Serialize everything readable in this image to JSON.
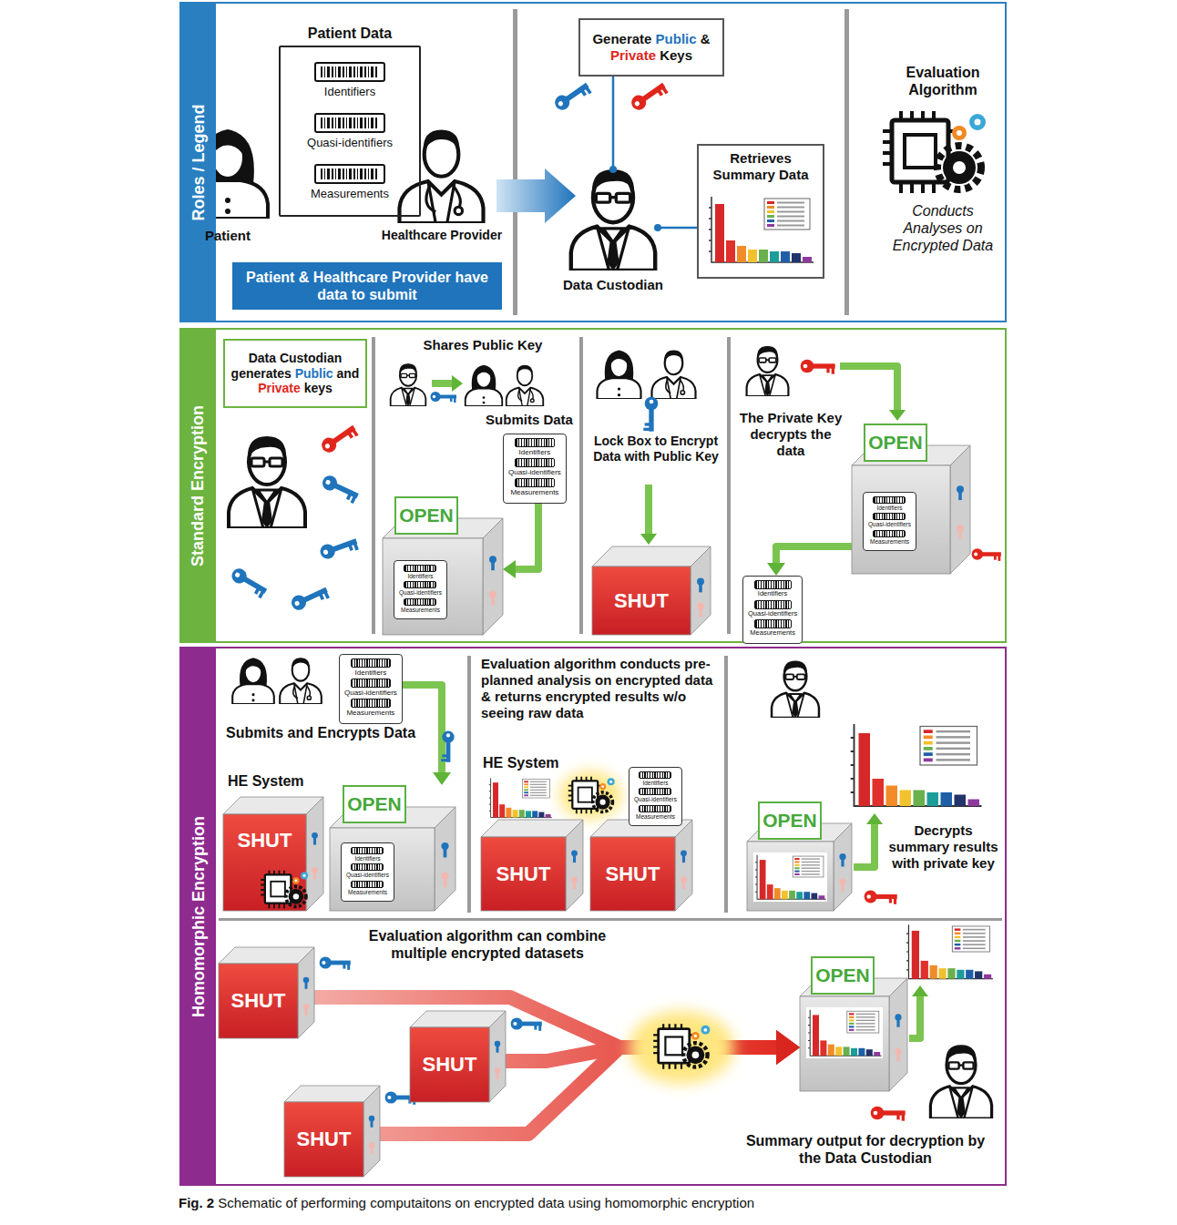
{
  "diagram": {
    "caption": "Fig. 2 Schematic of performing computaitons on encrypted data using homomorphic encryption",
    "nodes": [
      {
        "text": [
          "Roles / Legend"
        ]
      },
      {
        "text": [
          "Patient Data",
          "Identifiers",
          "Quasi-identifiers",
          "Measurements"
        ],
        "in": 0
      },
      {
        "text": [
          "Patient & Healthcare Provider have data to submit"
        ],
        "in": 0
      },
      {
        "text": [
          "Generate Public & Private Keys"
        ],
        "in": 0
      },
      {
        "text": [
          "Retrieves Summary Data"
        ],
        "in": 0
      },
      {
        "text": [
          "Standard Encryption"
        ]
      },
      {
        "text": [
          "Data Custodian generates Public and Private keys"
        ],
        "in": 5
      },
      {
        "text": [
          "Identifiers",
          "Quasi-identifiers",
          "Measurements"
        ],
        "in": 5
      },
      {
        "text": [
          "OPEN"
        ],
        "in": 5
      },
      {
        "text": [
          "Identifiers",
          "Quasi-identifiers",
          "Measurements"
        ],
        "in": 8
      },
      {
        "text": [
          "SHUT"
        ],
        "in": 5
      },
      {
        "text": [
          "OPEN"
        ],
        "in": 5
      },
      {
        "text": [
          "Identifiers",
          "Quasi-identifiers",
          "Measurements"
        ],
        "in": 11
      },
      {
        "text": [
          "Identifiers",
          "Quasi-identifiers",
          "Measurements"
        ],
        "in": 5
      },
      {
        "text": [
          "Homomorphic Encryption"
        ]
      },
      {
        "text": [
          "Identifiers",
          "Quasi-identifiers",
          "Measurements"
        ],
        "in": 14
      },
      {
        "text": [
          "SHUT"
        ],
        "in": 14
      },
      {
        "text": [
          "OPEN"
        ],
        "in": 14
      },
      {
        "text": [
          "Identifiers",
          "Quasi-identifiers",
          "Measurements"
        ],
        "in": 17
      },
      {
        "text": [
          "SHUT"
        ],
        "in": 14
      },
      {
        "text": [
          "SHUT"
        ],
        "in": 14
      },
      {
        "text": [
          "Identifiers",
          "Quasi-identifiers",
          "Measurements"
        ],
        "in": 14
      },
      {
        "text": [
          "OPEN"
        ],
        "in": 14
      },
      {
        "text": [
          "SHUT"
        ],
        "in": 14
      },
      {
        "text": [
          "SHUT"
        ],
        "in": 14
      },
      {
        "text": [
          "SHUT"
        ],
        "in": 14
      },
      {
        "text": [
          "OPEN"
        ],
        "in": 14
      }
    ],
    "edges": [
      {
        "from": 7,
        "to": 8,
        "arrow": "to"
      },
      {
        "from": 11,
        "to": 13,
        "arrow": "to"
      },
      {
        "from": 15,
        "to": 17,
        "arrow": "to"
      },
      {
        "from": 23,
        "to": 26,
        "arrow": "to"
      },
      {
        "from": 24,
        "to": 26,
        "arrow": "to"
      },
      {
        "from": 25,
        "to": 26,
        "arrow": "to"
      }
    ],
    "labels": [
      "Patient",
      "Healthcare Provider",
      "Data Custodian",
      "Evaluation Algorithm",
      "Conducts Analyses on Encrypted Data",
      "Shares Public Key",
      "Submits Data",
      "Lock Box to Encrypt Data with Public Key",
      "The Private Key decrypts the data",
      "Submits and Encrypts Data",
      "HE System",
      "Evaluation algorithm conducts pre-planned analysis on encrypted data & returns encrypted results w/o seeing raw data",
      "HE System",
      "Decrypts summary results with private key",
      "Evaluation algorithm can combine multiple encrypted datasets",
      "Summary output for decryption by the Data Custodian"
    ]
  }
}
